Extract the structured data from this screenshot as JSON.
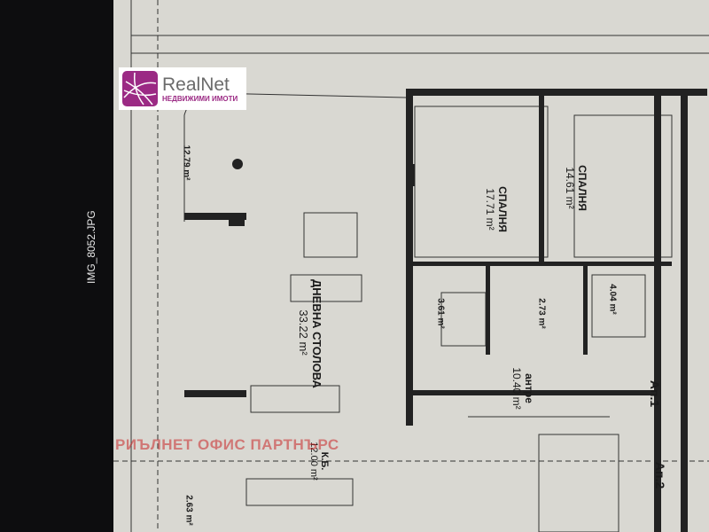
{
  "viewer": {
    "filename": "IMG_8052.JPG"
  },
  "logo": {
    "name": "RealNet",
    "tagline": "НЕДВИЖИМИ ИМОТИ"
  },
  "watermark": "РИЪЛНЕТ ОФИС ПАРТНЪРС",
  "rooms": [
    {
      "name": "ДНЕВНА СТОЛОВА",
      "area": "33.22 m²"
    },
    {
      "name": "СПАЛНЯ",
      "area": "17.71 m²"
    },
    {
      "name": "СПАЛНЯ",
      "area": "14.61 m²"
    },
    {
      "name": "антре",
      "area": "10.40 m²"
    },
    {
      "name": "К.Б.",
      "area": "12.00 m²"
    }
  ],
  "small_areas": [
    "12.79 m²",
    "3.61 m²",
    "2.73 m²",
    "4.04 m²",
    "2.63 m²"
  ],
  "apartments": [
    "Ап.1",
    "Ап.2"
  ],
  "colors": {
    "logo": "#9b2a84",
    "watermark": "#c82828",
    "paper": "#d9d8d2"
  }
}
